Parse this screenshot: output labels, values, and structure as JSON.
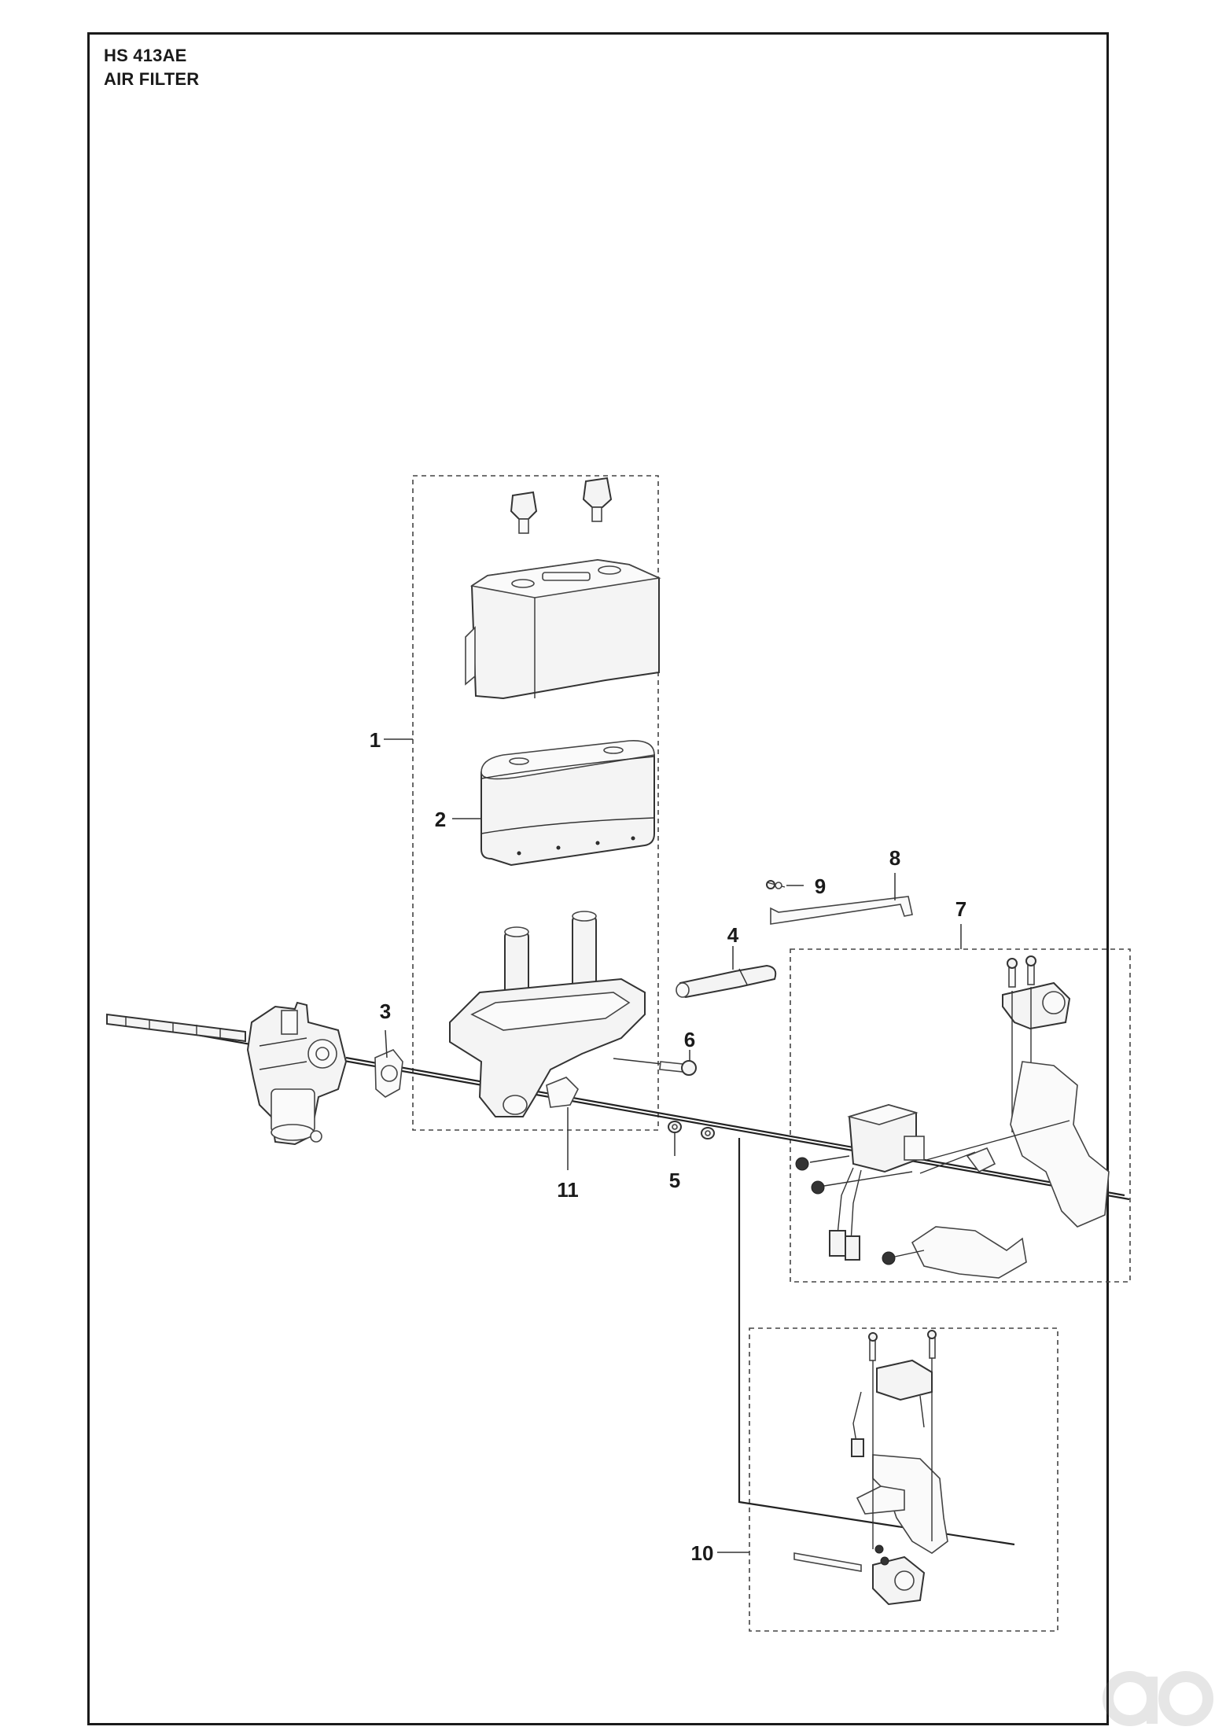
{
  "header": {
    "model": "HS 413AE",
    "section": "AIR FILTER"
  },
  "callouts": [
    "1",
    "2",
    "3",
    "4",
    "5",
    "6",
    "7",
    "8",
    "9",
    "10",
    "11"
  ],
  "watermark": "ao"
}
